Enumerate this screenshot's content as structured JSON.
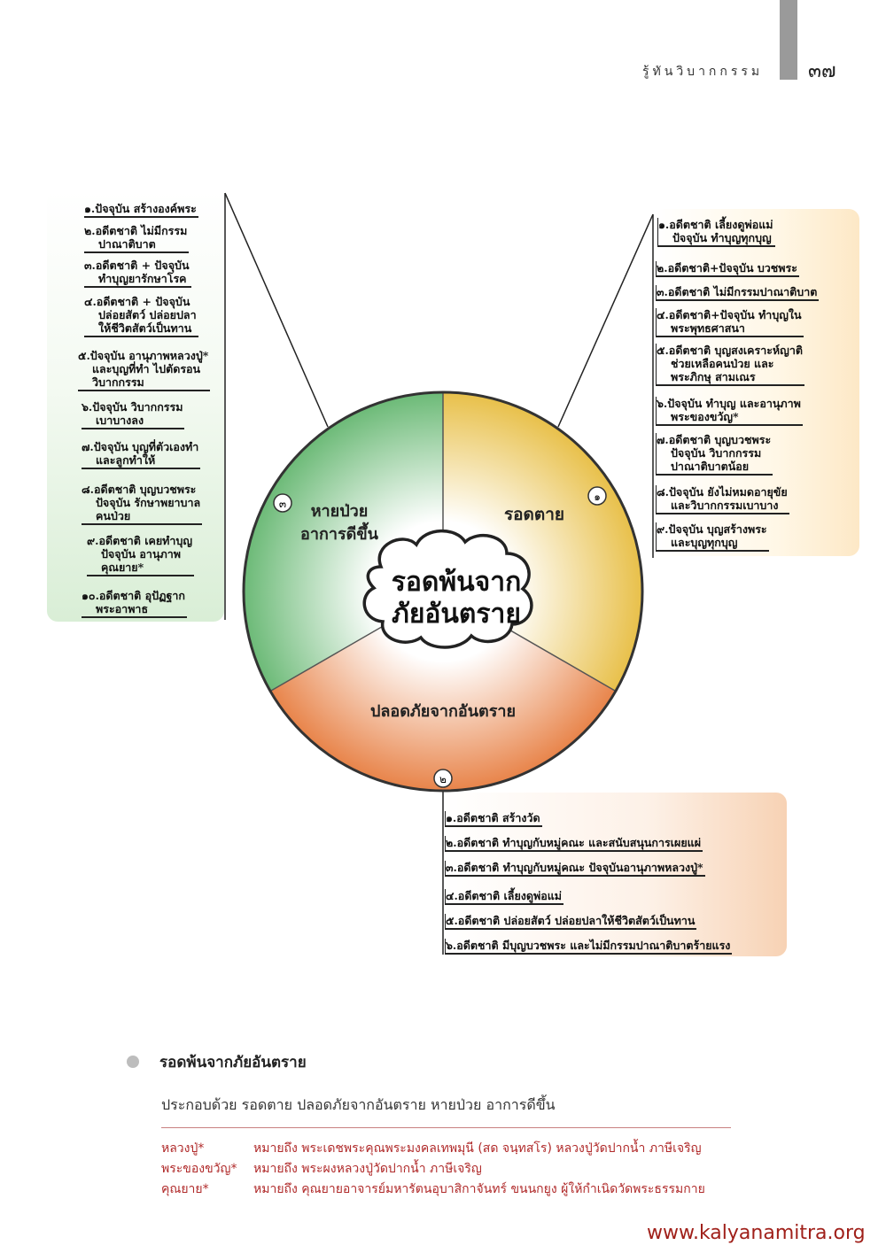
{
  "header": {
    "book_title": "รู้ทันวิบากกรรม",
    "page_number": "๓๗"
  },
  "diagram": {
    "center": {
      "line1": "รอดพ้นจาก",
      "line2": "ภัยอันตราย"
    },
    "sections": [
      {
        "num": "๑",
        "label": "รอดตาย",
        "color": "#e8c04a"
      },
      {
        "num": "๒",
        "label": "ปลอดภัยจากอันตราย",
        "color": "#e8844a"
      },
      {
        "num": "๓",
        "label_line1": "หายป่วย",
        "label_line2": "อาการดีขึ้น",
        "color": "#6cba77"
      }
    ],
    "left_items": [
      [
        "๑.ปัจจุบัน สร้างองค์พระ"
      ],
      [
        "๒.อดีตชาติ ไม่มีกรรม",
        "ปาณาติบาต"
      ],
      [
        "๓.อดีตชาติ + ปัจจุบัน",
        "ทำบุญยารักษาโรค"
      ],
      [
        "๔.อดีตชาติ + ปัจจุบัน",
        "ปล่อยสัตว์ ปล่อยปลา",
        "ให้ชีวิตสัตว์เป็นทาน"
      ],
      [
        "๕.ปัจจุบัน อานุภาพหลวงปู่*",
        "และบุญที่ทำ ไปตัดรอน",
        "วิบากกรรม"
      ],
      [
        "๖.ปัจจุบัน วิบากกรรม",
        "เบาบางลง"
      ],
      [
        "๗.ปัจจุบัน บุญที่ตัวเองทำ",
        "และลูกทำให้"
      ],
      [
        "๘.อดีตชาติ บุญบวชพระ",
        "ปัจจุบัน รักษาพยาบาล",
        "คนป่วย"
      ],
      [
        "๙.อดีตชาติ เคยทำบุญ",
        "ปัจจุบัน อานุภาพ",
        "คุณยาย*"
      ],
      [
        "๑๐.อดีตชาติ อุปัฏฐาก",
        "พระอาพาธ"
      ]
    ],
    "right_items": [
      [
        "๑.อดีตชาติ เลี้ยงดูพ่อแม่",
        "ปัจจุบัน ทำบุญทุกบุญ"
      ],
      [
        "๒.อดีตชาติ+ปัจจุบัน บวชพระ"
      ],
      [
        "๓.อดีตชาติ ไม่มีกรรมปาณาติบาต"
      ],
      [
        "๔.อดีตชาติ+ปัจจุบัน ทำบุญใน",
        "พระพุทธศาสนา"
      ],
      [
        "๕.อดีตชาติ บุญสงเคราะห์ญาติ",
        "ช่วยเหลือคนป่วย และ",
        "พระภิกษุ สามเณร"
      ],
      [
        "๖.ปัจจุบัน ทำบุญ และอานุภาพ",
        "พระของขวัญ*"
      ],
      [
        "๗.อดีตชาติ บุญบวชพระ",
        "ปัจจุบัน วิบากกรรม",
        "ปาณาติบาตน้อย"
      ],
      [
        "๘.ปัจจุบัน ยังไม่หมดอายุขัย",
        "และวิบากกรรมเบาบาง"
      ],
      [
        "๙.ปัจจุบัน บุญสร้างพระ",
        "และบุญทุกบุญ"
      ]
    ],
    "bottom_items": [
      "๑.อดีตชาติ สร้างวัด",
      "๒.อดีตชาติ ทำบุญกับหมู่คณะ และสนับสนุนการเผยแผ่",
      "๓.อดีตชาติ ทำบุญกับหมู่คณะ ปัจจุบันอานุภาพหลวงปู่*",
      "๔.อดีตชาติ เลี้ยงดูพ่อแม่",
      "๕.อดีตชาติ ปล่อยสัตว์ ปล่อยปลาให้ชีวิตสัตว์เป็นทาน",
      "๖.อดีตชาติ มีบุญบวชพระ และไม่มีกรรมปาณาติบาตร้ายแรง"
    ]
  },
  "section": {
    "title": "รอดพ้นจากภัยอันตราย",
    "description": "ประกอบด้วย รอดตาย ปลอดภัยจากอันตราย หายป่วย อาการดีขึ้น"
  },
  "footnotes": [
    {
      "term": "หลวงปู่*",
      "definition": "หมายถึง พระเดชพระคุณพระมงคลเทพมุนี (สด จนฺทสโร) หลวงปู่วัดปากน้ำ ภาษีเจริญ"
    },
    {
      "term": "พระของขวัญ*",
      "definition": "หมายถึง พระผงหลวงปู่วัดปากน้ำ ภาษีเจริญ"
    },
    {
      "term": "คุณยาย*",
      "definition": "หมายถึง คุณยายอาจารย์มหารัตนอุบาสิกาจันทร์ ขนนกยูง ผู้ให้กำเนิดวัดพระธรรมกาย"
    }
  ],
  "website": "www.kalyanamitra.org"
}
